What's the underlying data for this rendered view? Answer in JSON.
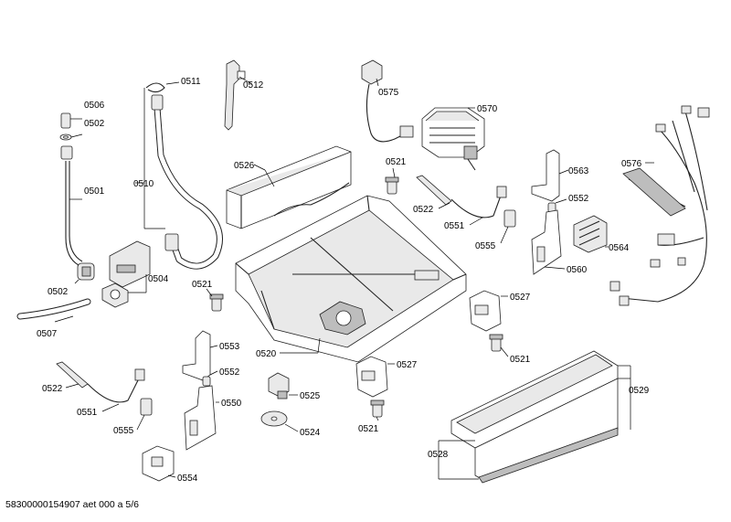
{
  "diagram": {
    "callouts": {
      "c0506": "0506",
      "c0502a": "0502",
      "c0501": "0501",
      "c0502b": "0502",
      "c0507": "0507",
      "c0511": "0511",
      "c0510": "0510",
      "c0504": "0504",
      "c0512": "0512",
      "c0526": "0526",
      "c0575": "0575",
      "c0570": "0570",
      "c0521a": "0521",
      "c0522a": "0522",
      "c0551a": "0551",
      "c0555a": "0555",
      "c0563": "0563",
      "c0552a": "0552",
      "c0560": "0560",
      "c0564": "0564",
      "c0576": "0576",
      "c0521b": "0521",
      "c0527a": "0527",
      "c0520": "0520",
      "c0521c": "0521",
      "c0553": "0553",
      "c0552b": "0552",
      "c0550": "0550",
      "c0554": "0554",
      "c0522b": "0522",
      "c0551b": "0551",
      "c0555b": "0555",
      "c0527b": "0527",
      "c0525": "0525",
      "c0524": "0524",
      "c0521d": "0521",
      "c0529": "0529",
      "c0528": "0528"
    }
  },
  "footer": {
    "document_id": "58300000154907 aet 000 a 5/6"
  }
}
